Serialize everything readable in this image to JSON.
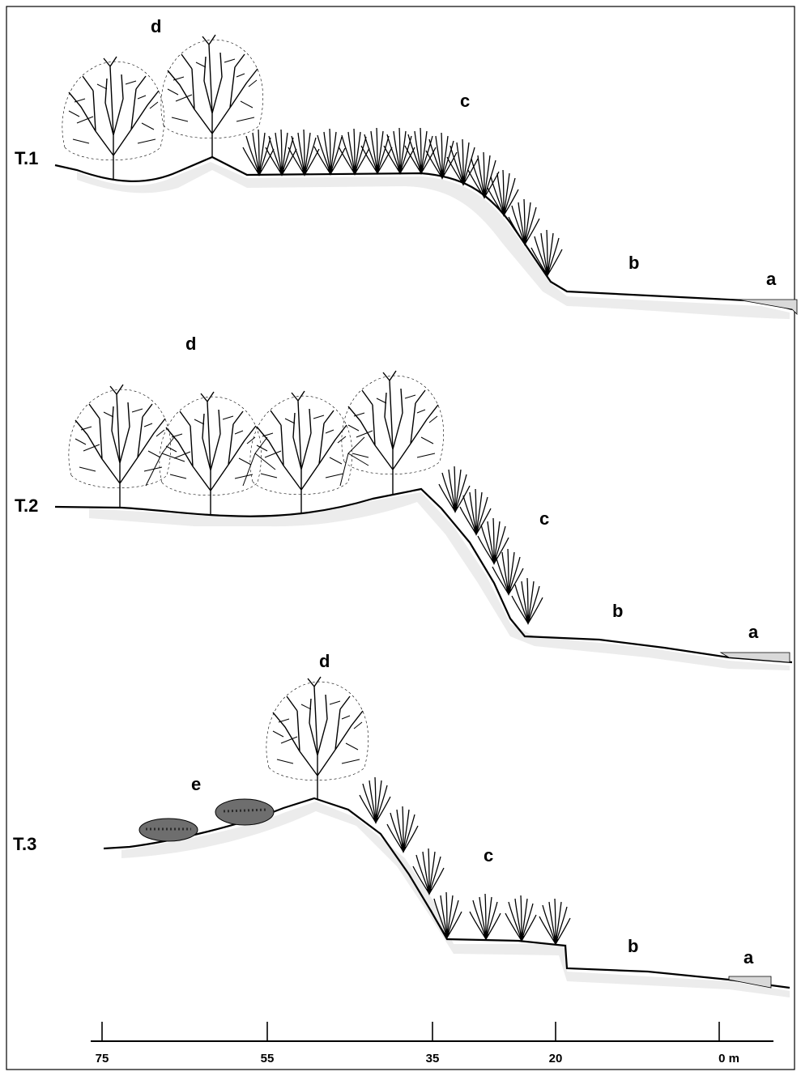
{
  "transects": [
    {
      "label": "T.1",
      "zones": [
        "a",
        "b",
        "c",
        "d"
      ]
    },
    {
      "label": "T.2",
      "zones": [
        "a",
        "b",
        "c",
        "d"
      ]
    },
    {
      "label": "T.3",
      "zones": [
        "a",
        "b",
        "c",
        "d",
        "e"
      ]
    }
  ],
  "scale_ticks": [
    "75",
    "55",
    "35",
    "20",
    "0 m"
  ],
  "colors": {
    "ink": "#000000",
    "water": "#d9d9d9",
    "soil": "#555555"
  }
}
